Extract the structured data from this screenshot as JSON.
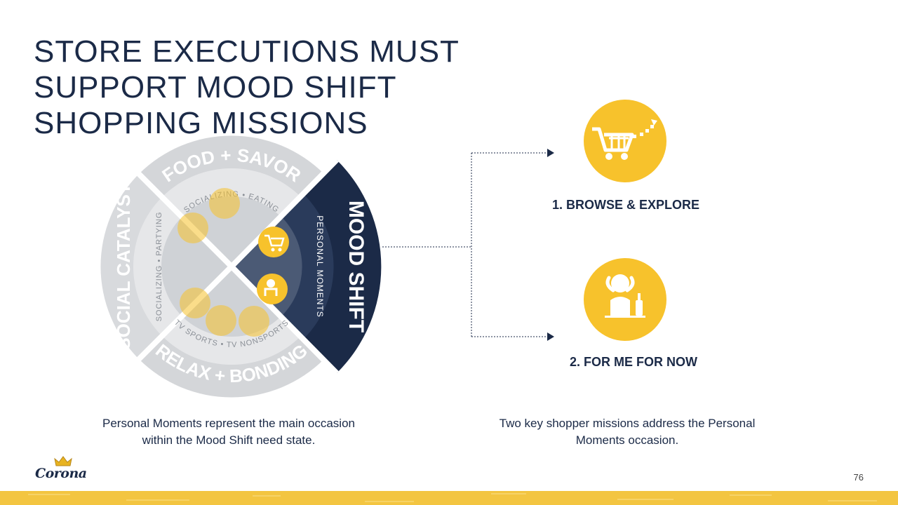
{
  "title": {
    "line1": "STORE EXECUTIONS MUST",
    "line2": "SUPPORT MOOD SHIFT",
    "line3": "SHOPPING MISSIONS"
  },
  "wheel": {
    "segments": {
      "top": {
        "label": "FOOD + SAVOR",
        "sub": "SOCIALIZING • EATING"
      },
      "left": {
        "label": "SOCIAL CATALYST",
        "sub": "SOCIALIZING • PARTYING"
      },
      "bottom": {
        "label": "RELAX + BONDING",
        "sub": "TV SPORTS • TV NONSPORTS"
      },
      "right": {
        "label": "MOOD SHIFT",
        "sub": "PERSONAL MOMENTS"
      }
    }
  },
  "missions": [
    {
      "label": "1. BROWSE & EXPLORE",
      "icon": "shopping-cart-icon"
    },
    {
      "label": "2. FOR ME FOR NOW",
      "icon": "relaxing-person-icon"
    }
  ],
  "captions": {
    "left": "Personal Moments represent the main occasion within the Mood Shift need state.",
    "right": "Two key shopper missions address the Personal Moments occasion."
  },
  "brand": {
    "logo_text": "Corona"
  },
  "page_number": "76",
  "colors": {
    "navy": "#1b2a47",
    "yellow": "#f7c22c",
    "gray_outer": "#d4d6d9",
    "gray_mid": "#e1e3e5",
    "gray_inner": "#cfd2d6"
  }
}
